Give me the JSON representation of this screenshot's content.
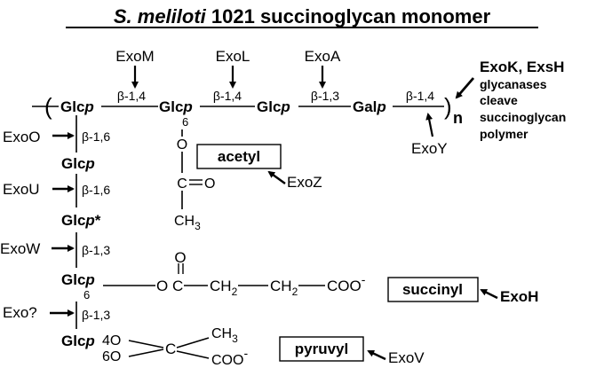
{
  "title": "S. meliloti 1021 succinoglycan monomer",
  "title_parts": {
    "species": "S. meliloti",
    "rest": " 1021 succinoglycan monomer"
  },
  "backbone": {
    "open_paren": "(",
    "sugar1": "Glcp",
    "link1": "β-1,4",
    "sugar2": "Glcp",
    "link2": "β-1,4",
    "sugar3": "Glcp",
    "link3": "β-1,3",
    "sugar4": "Galp",
    "link4": "β-1,4",
    "close_paren": ")",
    "repeat": "n",
    "sugar2_position": "6"
  },
  "enzymes_top": [
    "ExoM",
    "ExoL",
    "ExoA"
  ],
  "exoy": "ExoY",
  "glycanase": {
    "heading": "ExoK, ExsH",
    "lines": [
      "glycanases",
      "cleave",
      "succinoglycan",
      "polymer"
    ]
  },
  "acetyl_group": {
    "o_link": "O",
    "carbon": "C",
    "carbonyl_o": "O",
    "methyl": "CH",
    "methyl_sub": "3",
    "label": "acetyl",
    "enzyme": "ExoZ"
  },
  "side_chain": {
    "link1": "β-1,6",
    "enzyme1": "ExoO",
    "sugar1": "Glcp",
    "link2": "β-1,6",
    "enzyme2": "ExoU",
    "sugar2": "Glcp*",
    "link3": "β-1,3",
    "enzyme3": "ExoW",
    "sugar3": "Glcp",
    "sugar3_position": "6",
    "link4": "β-1,3",
    "enzyme4": "Exo?",
    "sugar4": "Glcp"
  },
  "succinyl_group": {
    "formula": "O—C—CH₂—CH₂—COO⁻",
    "o_link": "O",
    "carbonyl_o": "O",
    "carbon": "C",
    "ch2a": "CH",
    "ch2b": "CH",
    "sub2": "2",
    "coo": "COO",
    "charge": "-",
    "label": "succinyl",
    "enzyme": "ExoH"
  },
  "pyruvyl_group": {
    "o4": "4O",
    "o6": "6O",
    "carbon": "C",
    "methyl": "CH",
    "methyl_sub": "3",
    "coo": "COO",
    "charge": "-",
    "label": "pyruvyl",
    "enzyme": "ExoV"
  },
  "colors": {
    "ink": "#000000",
    "background": "#ffffff"
  }
}
